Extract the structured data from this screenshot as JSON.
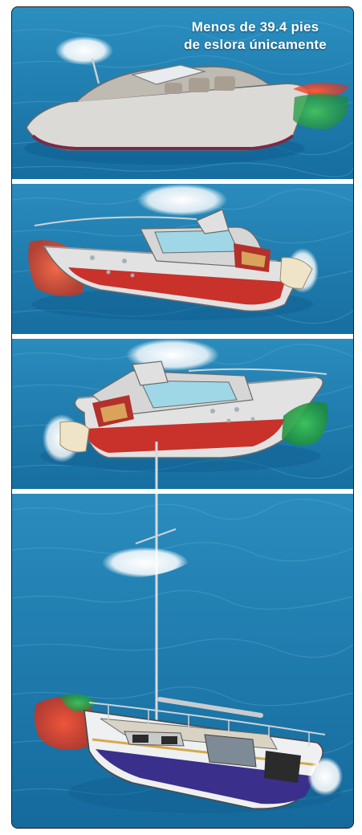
{
  "caption": {
    "line1": "Menos de 39.4 pies",
    "line2": "de eslora únicamente"
  },
  "panels": [
    {
      "id": "powerboat-small",
      "lights": [
        "white-all-round",
        "red-green-sidelights"
      ]
    },
    {
      "id": "powerboat-port-view",
      "lights": [
        "masthead-white",
        "red-sidelight",
        "white-sternlight"
      ]
    },
    {
      "id": "powerboat-starboard-view",
      "lights": [
        "masthead-white",
        "green-sidelight",
        "white-sternlight"
      ]
    },
    {
      "id": "sailboat",
      "lights": [
        "white-masthead",
        "red-green-sidelights",
        "white-sternlight"
      ]
    }
  ],
  "colors": {
    "water": "#1c7fb0",
    "water_dark": "#0f5f8f",
    "red_light": "#e0462a",
    "green_light": "#2ea24a",
    "white_light": "#ffffff",
    "hull_red": "#c8322a",
    "hull_white": "#e6e6e6",
    "divider": "#ffffff"
  }
}
